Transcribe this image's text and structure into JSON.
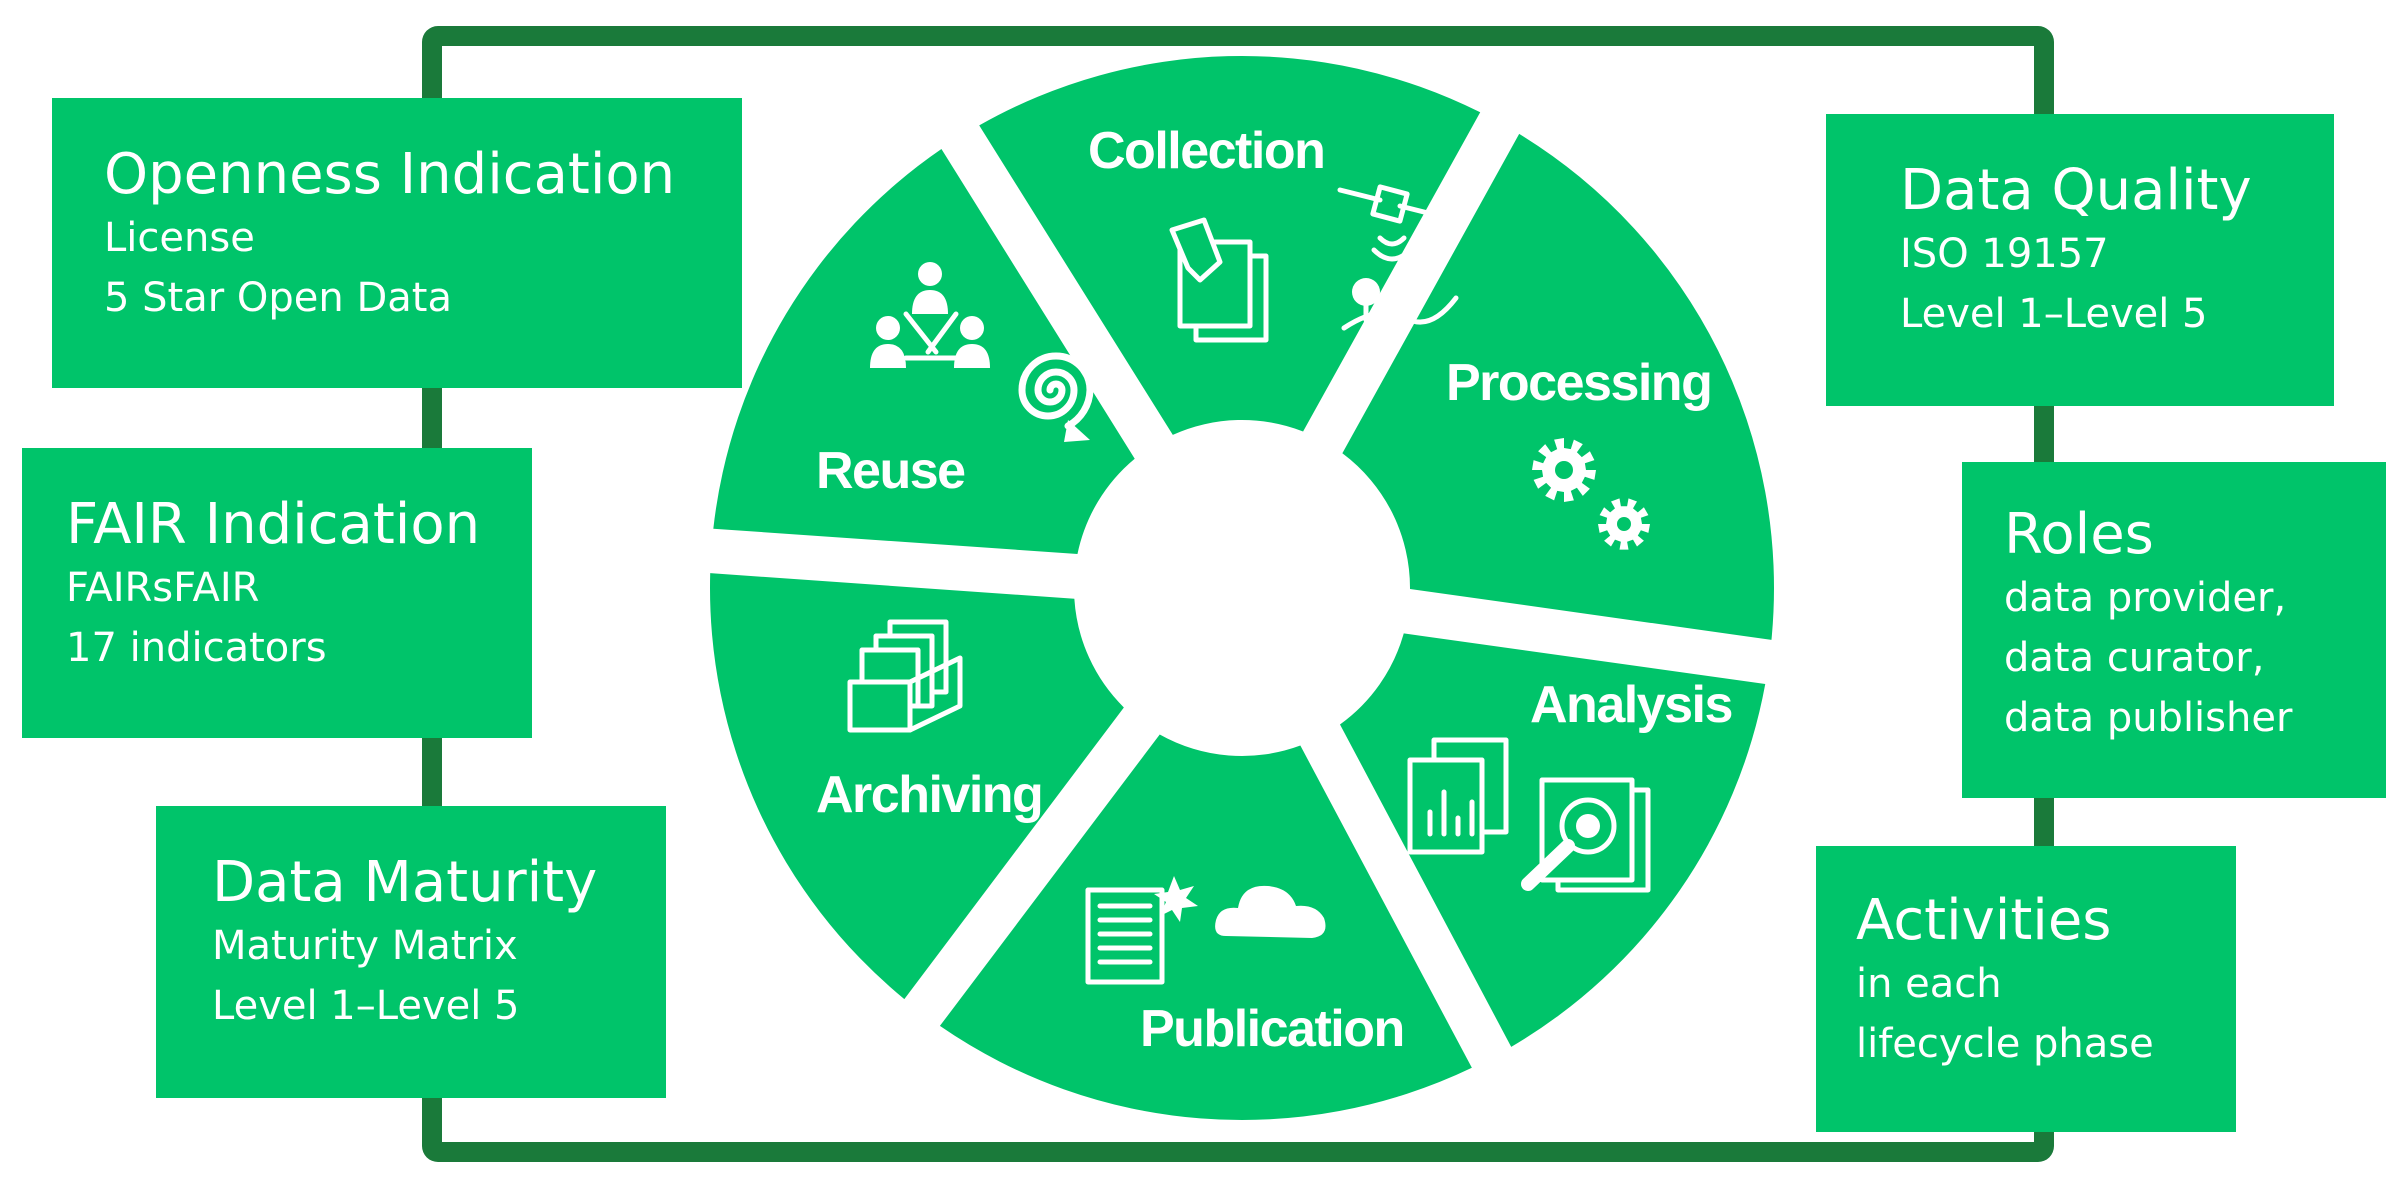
{
  "left_boxes": [
    {
      "title": "Openness Indication",
      "lines": [
        "License",
        "5 Star Open Data"
      ]
    },
    {
      "title": "FAIR Indication",
      "lines": [
        "FAIRsFAIR",
        "17 indicators"
      ]
    },
    {
      "title": "Data Maturity",
      "lines": [
        "Maturity Matrix",
        "Level 1–Level 5"
      ]
    }
  ],
  "right_boxes": [
    {
      "title": "Data Quality",
      "lines": [
        "ISO 19157",
        "Level 1–Level 5"
      ]
    },
    {
      "title": "Roles",
      "lines": [
        "data provider,",
        "data curator,",
        "data publisher"
      ]
    },
    {
      "title": "Activities",
      "lines": [
        "in each",
        "lifecycle phase"
      ]
    }
  ],
  "wheel": {
    "segments": [
      {
        "label": "Collection",
        "icons": [
          "document-edit-icon",
          "satellite-icon"
        ]
      },
      {
        "label": "Processing",
        "icons": [
          "gears-icon"
        ]
      },
      {
        "label": "Analysis",
        "icons": [
          "bar-chart-document-icon",
          "magnifier-document-icon"
        ]
      },
      {
        "label": "Publication",
        "icons": [
          "news-document-icon",
          "cloud-icon"
        ]
      },
      {
        "label": "Archiving",
        "icons": [
          "archive-box-icon"
        ]
      },
      {
        "label": "Reuse",
        "icons": [
          "people-network-icon",
          "spiral-icon"
        ]
      }
    ]
  },
  "colors": {
    "green": "#00c46a",
    "frame": "#1a7a3a",
    "background": "#ffffff"
  }
}
